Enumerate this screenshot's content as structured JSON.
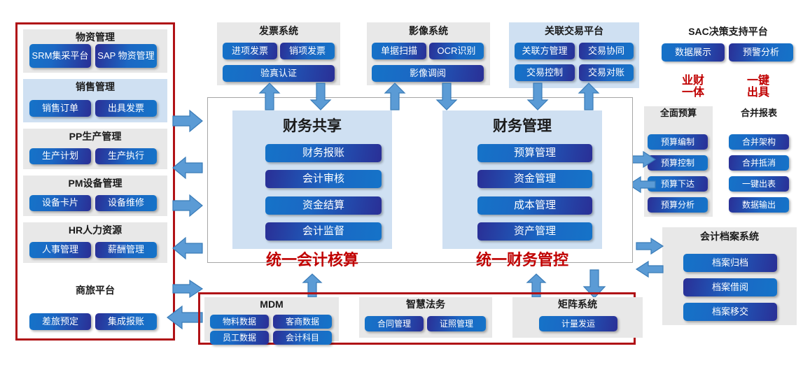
{
  "left_group": {
    "blocks": [
      {
        "title": "物资管理",
        "style": "grey",
        "buttons": [
          "SRM集采平台",
          "SAP 物资管理"
        ]
      },
      {
        "title": "销售管理",
        "style": "lightblue",
        "buttons": [
          "销售订单",
          "出具发票"
        ]
      },
      {
        "title": "PP生产管理",
        "style": "grey",
        "buttons": [
          "生产计划",
          "生产执行"
        ]
      },
      {
        "title": "PM设备管理",
        "style": "grey",
        "buttons": [
          "设备卡片",
          "设备维修"
        ]
      },
      {
        "title": "HR人力资源",
        "style": "grey",
        "buttons": [
          "人事管理",
          "薪酬管理"
        ]
      },
      {
        "title": "商旅平台",
        "style": "white",
        "buttons": [
          "差旅预定",
          "集成报账"
        ]
      }
    ]
  },
  "top_systems": [
    {
      "title": "发票系统",
      "style": "grey",
      "row1": [
        "进项发票",
        "销项发票"
      ],
      "row2": [
        "验真认证"
      ]
    },
    {
      "title": "影像系统",
      "style": "grey",
      "row1": [
        "单据扫描",
        "OCR识别"
      ],
      "row2": [
        "影像调阅"
      ]
    },
    {
      "title": "关联交易平台",
      "style": "lightblue",
      "row1": [
        "关联方管理",
        "交易协同"
      ],
      "row2": [
        "交易控制",
        "交易对账"
      ]
    }
  ],
  "sac": {
    "title": "SAC决策支持平台",
    "buttons": [
      "数据展示",
      "预警分析"
    ]
  },
  "right_annotations": [
    {
      "text": "业财\n一体"
    },
    {
      "text": "一键\n出具"
    }
  ],
  "right_columns": [
    {
      "title": "全面预算",
      "style": "grey",
      "buttons": [
        "预算编制",
        "预算控制",
        "预算下达",
        "预算分析"
      ]
    },
    {
      "title": "合并报表",
      "style": "white",
      "buttons": [
        "合并架构",
        "合并抵消",
        "一键出表",
        "数据输出"
      ]
    }
  ],
  "center": {
    "left_pillar": {
      "title": "财务共享",
      "buttons": [
        "财务报账",
        "会计审核",
        "资金结算",
        "会计监督"
      ],
      "caption": "统一会计核算"
    },
    "right_pillar": {
      "title": "财务管理",
      "buttons": [
        "预算管理",
        "资金管理",
        "成本管理",
        "资产管理"
      ],
      "caption": "统一财务管控"
    }
  },
  "bottom_systems": [
    {
      "title": "MDM",
      "style": "grey",
      "row1": [
        "物料数据",
        "客商数据"
      ],
      "row2": [
        "员工数据",
        "会计科目"
      ]
    },
    {
      "title": "智慧法务",
      "style": "grey",
      "row1": [
        "合同管理",
        "证照管理"
      ],
      "row2": []
    },
    {
      "title": "矩阵系统",
      "style": "grey",
      "row1": [
        "计量发运"
      ],
      "row2": []
    }
  ],
  "archive": {
    "title": "会计档案系统",
    "buttons": [
      "档案归档",
      "档案借阅",
      "档案移交"
    ]
  },
  "colors": {
    "red_border": "#b01116",
    "red_text": "#c00000",
    "arrow_blue": "#5b9bd5",
    "panel_grey": "#e8e8e8",
    "panel_lightblue": "#cfe0f2"
  }
}
